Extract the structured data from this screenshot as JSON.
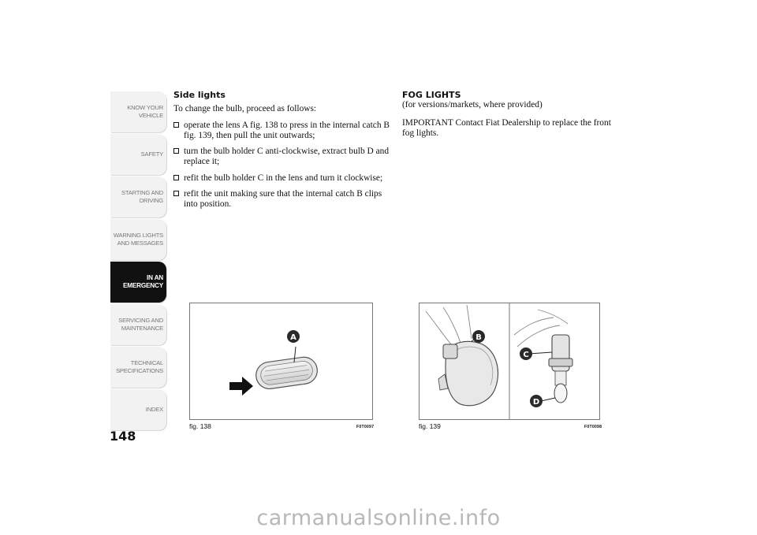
{
  "sidebar": {
    "tabs": [
      {
        "label": "KNOW YOUR\nVEHICLE"
      },
      {
        "label": "SAFETY"
      },
      {
        "label": "STARTING AND\nDRIVING"
      },
      {
        "label": "WARNING LIGHTS\nAND MESSAGES"
      },
      {
        "label": "IN AN\nEMERGENCY"
      },
      {
        "label": "SERVICING AND\nMAINTENANCE"
      },
      {
        "label": "TECHNICAL\nSPECIFICATIONS"
      },
      {
        "label": "INDEX"
      }
    ],
    "active_index": 4
  },
  "page_number": "148",
  "left_column": {
    "heading": "Side lights",
    "intro": "To change the bulb, proceed as follows:",
    "bullets": [
      "operate the lens A fig. 138 to press in the internal catch B fig. 139, then pull the unit outwards;",
      "turn the bulb holder C anti-clockwise, extract bulb D and replace it;",
      "refit the bulb holder C in the lens and turn it clockwise;",
      "refit the unit making sure that the internal catch B clips into position."
    ]
  },
  "right_column": {
    "heading": "FOG LIGHTS",
    "subheading": "(for versions/markets, where provided)",
    "note": "IMPORTANT Contact Fiat Dealership to replace the front fog lights."
  },
  "figures": [
    {
      "label": "fig. 138",
      "code": "F0T0097",
      "callouts": [
        "A"
      ]
    },
    {
      "label": "fig. 139",
      "code": "F0T0098",
      "callouts": [
        "B",
        "C",
        "D"
      ]
    }
  ],
  "watermark": "carmanualsonline.info",
  "colors": {
    "active_tab": "#111111",
    "tab": "#f2f2f2",
    "callout": "#2a2a2a",
    "watermark": "#b8b8b8"
  }
}
